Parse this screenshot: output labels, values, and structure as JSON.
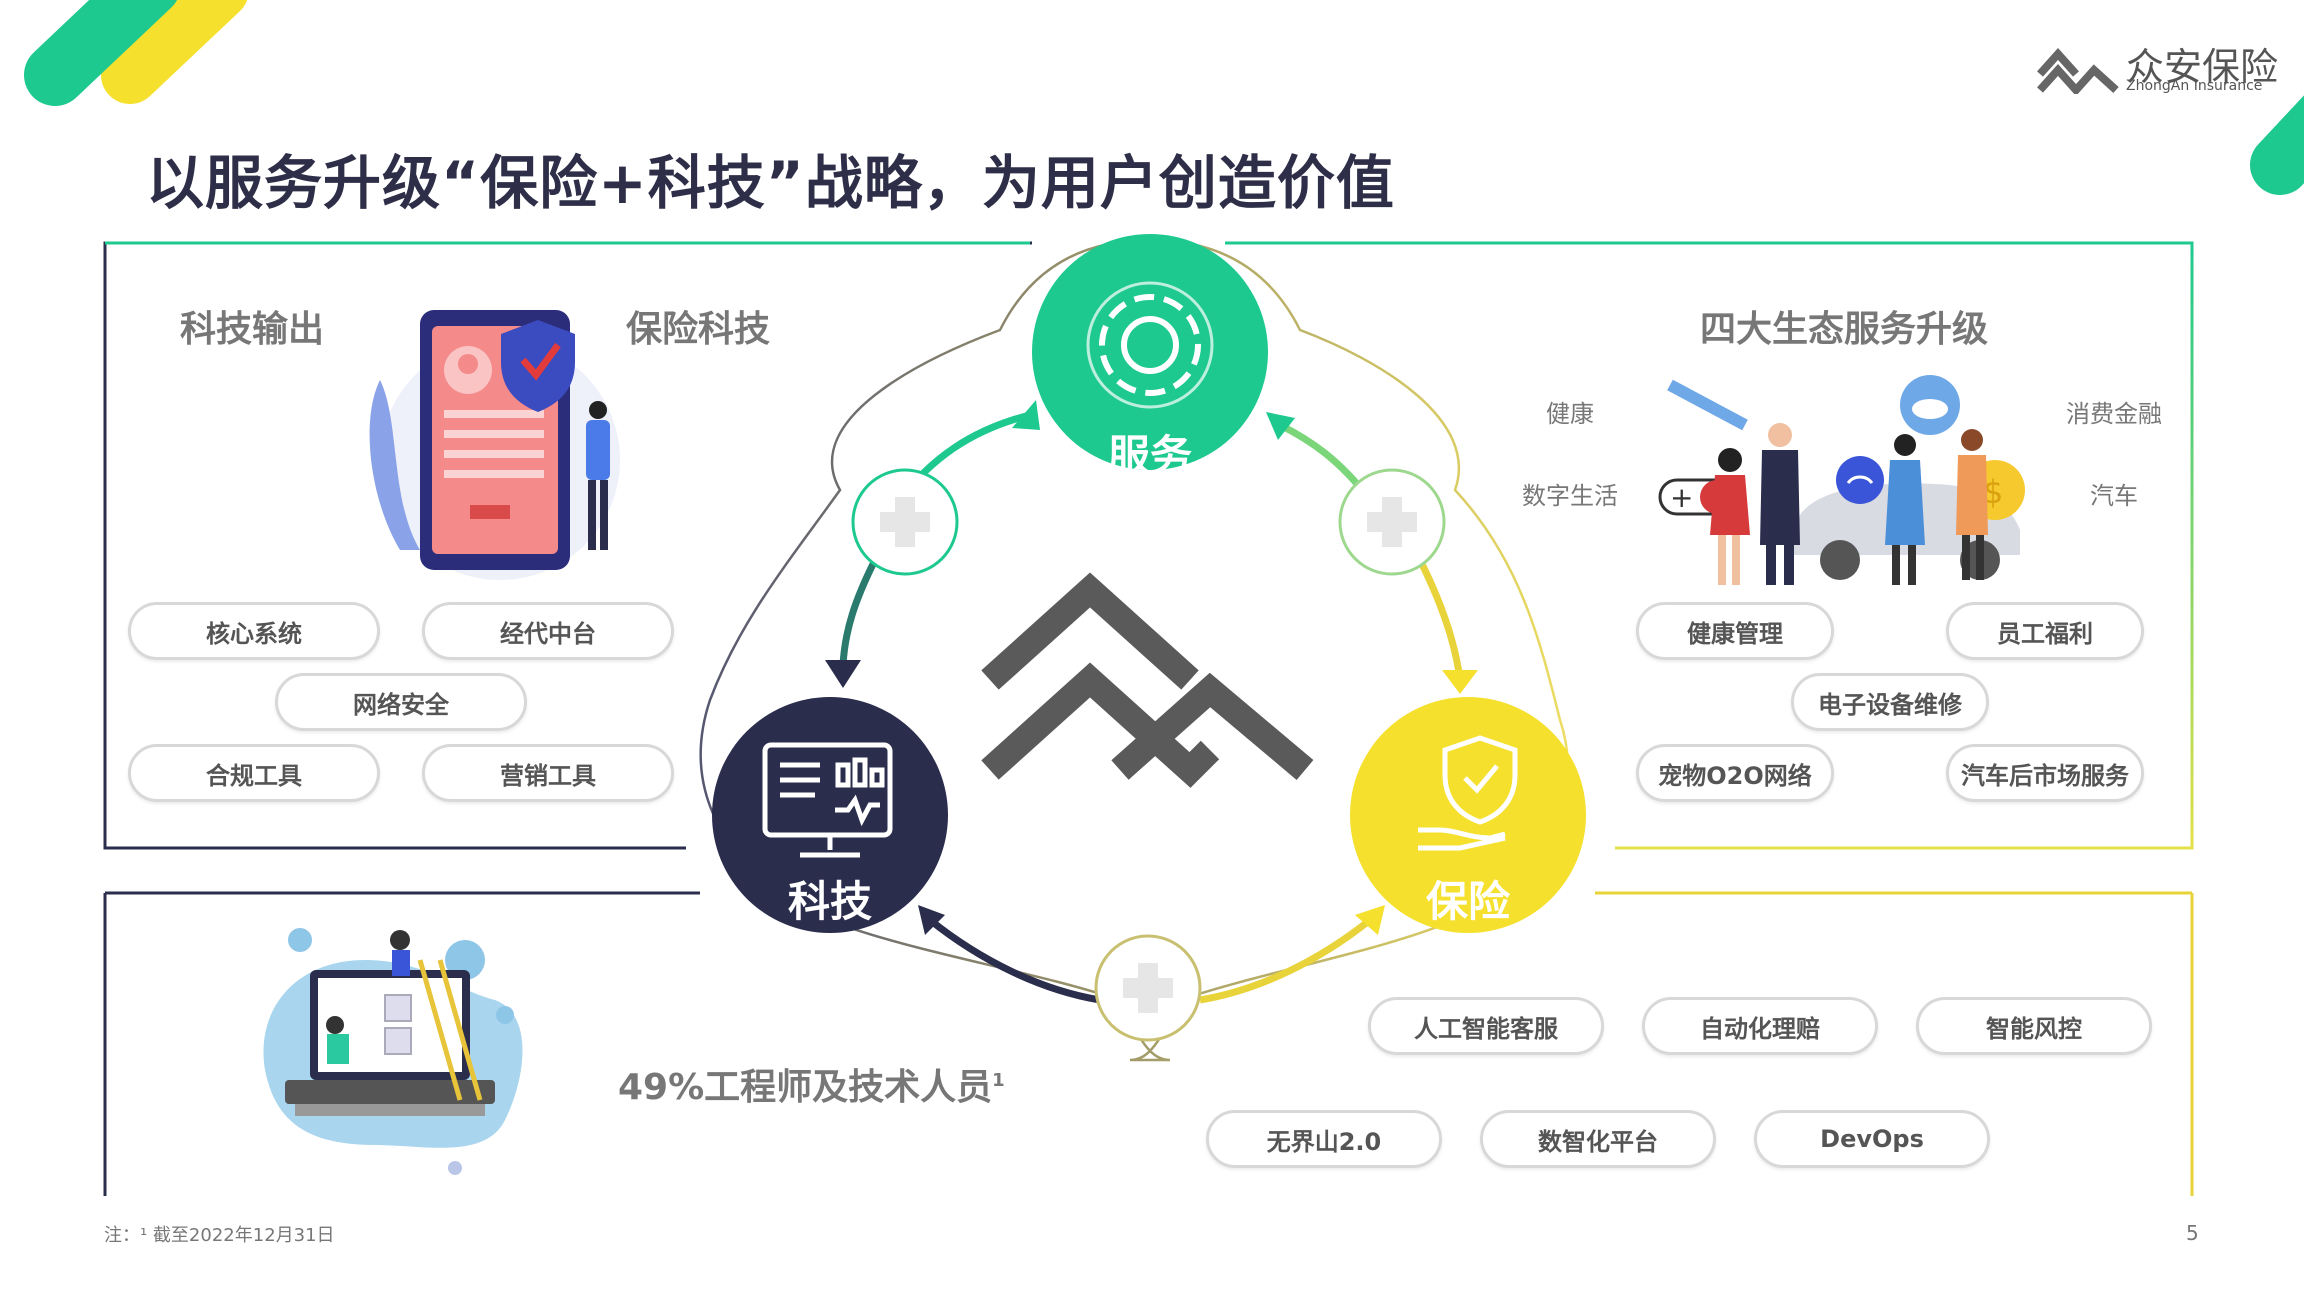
{
  "title": "以服务升级“保险+科技”战略，为用户创造价值",
  "logo": {
    "name": "众安保险",
    "sub": "ZhongAn Insurance"
  },
  "tech_box": {
    "left_label": "科技输出",
    "right_label": "保险科技",
    "pills": [
      "核心系统",
      "经代中台",
      "网络安全",
      "合规工具",
      "营销工具"
    ]
  },
  "eco_box": {
    "title": "四大生态服务升级",
    "labels": [
      "健康",
      "消费金融",
      "数字生活",
      "汽车"
    ],
    "pills": [
      "健康管理",
      "员工福利",
      "电子设备维修",
      "宠物O2O网络",
      "汽车后市场服务"
    ]
  },
  "bottom_box": {
    "stat": "49%工程师及技术人员",
    "stat_sup": "1",
    "pills": [
      "人工智能客服",
      "自动化理赔",
      "智能风控",
      "无界山2.0",
      "数智化平台",
      "DevOps"
    ]
  },
  "cycle": {
    "service": "服务",
    "tech": "科技",
    "insurance": "保险"
  },
  "colors": {
    "green": "#1ec98f",
    "yellow": "#f6e02e",
    "navy": "#2b2d4d",
    "grey_pill": "#d8d8d8"
  },
  "footnote": "注：¹ 截至2022年12月31日",
  "page_number": "5"
}
